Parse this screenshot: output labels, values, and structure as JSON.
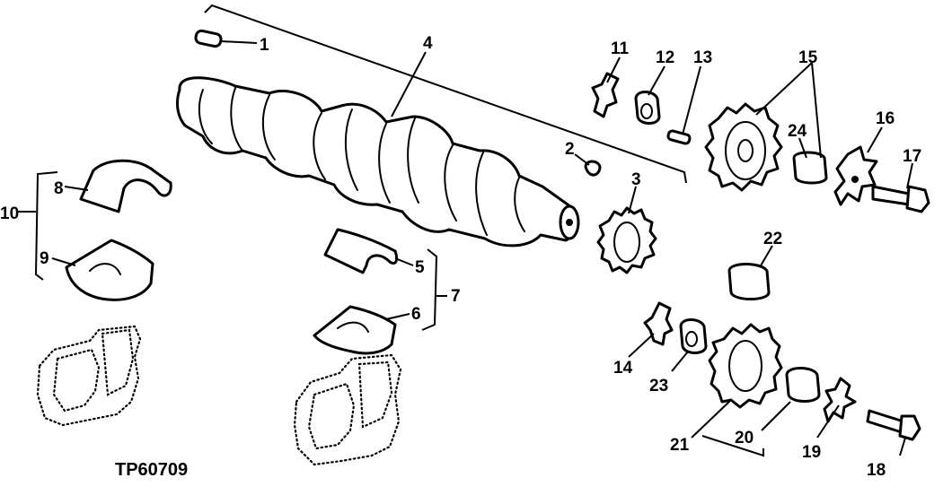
{
  "figure": {
    "id": "TP60709"
  },
  "callouts": {
    "c1": "1",
    "c2": "2",
    "c3": "3",
    "c4": "4",
    "c5": "5",
    "c6": "6",
    "c7": "7",
    "c8": "8",
    "c9": "9",
    "c10": "10",
    "c11": "11",
    "c12": "12",
    "c13": "13",
    "c14": "14",
    "c15": "15",
    "c16": "16",
    "c17": "17",
    "c18": "18",
    "c19": "19",
    "c20": "20",
    "c21": "21",
    "c22": "22",
    "c23": "23",
    "c24": "24"
  }
}
